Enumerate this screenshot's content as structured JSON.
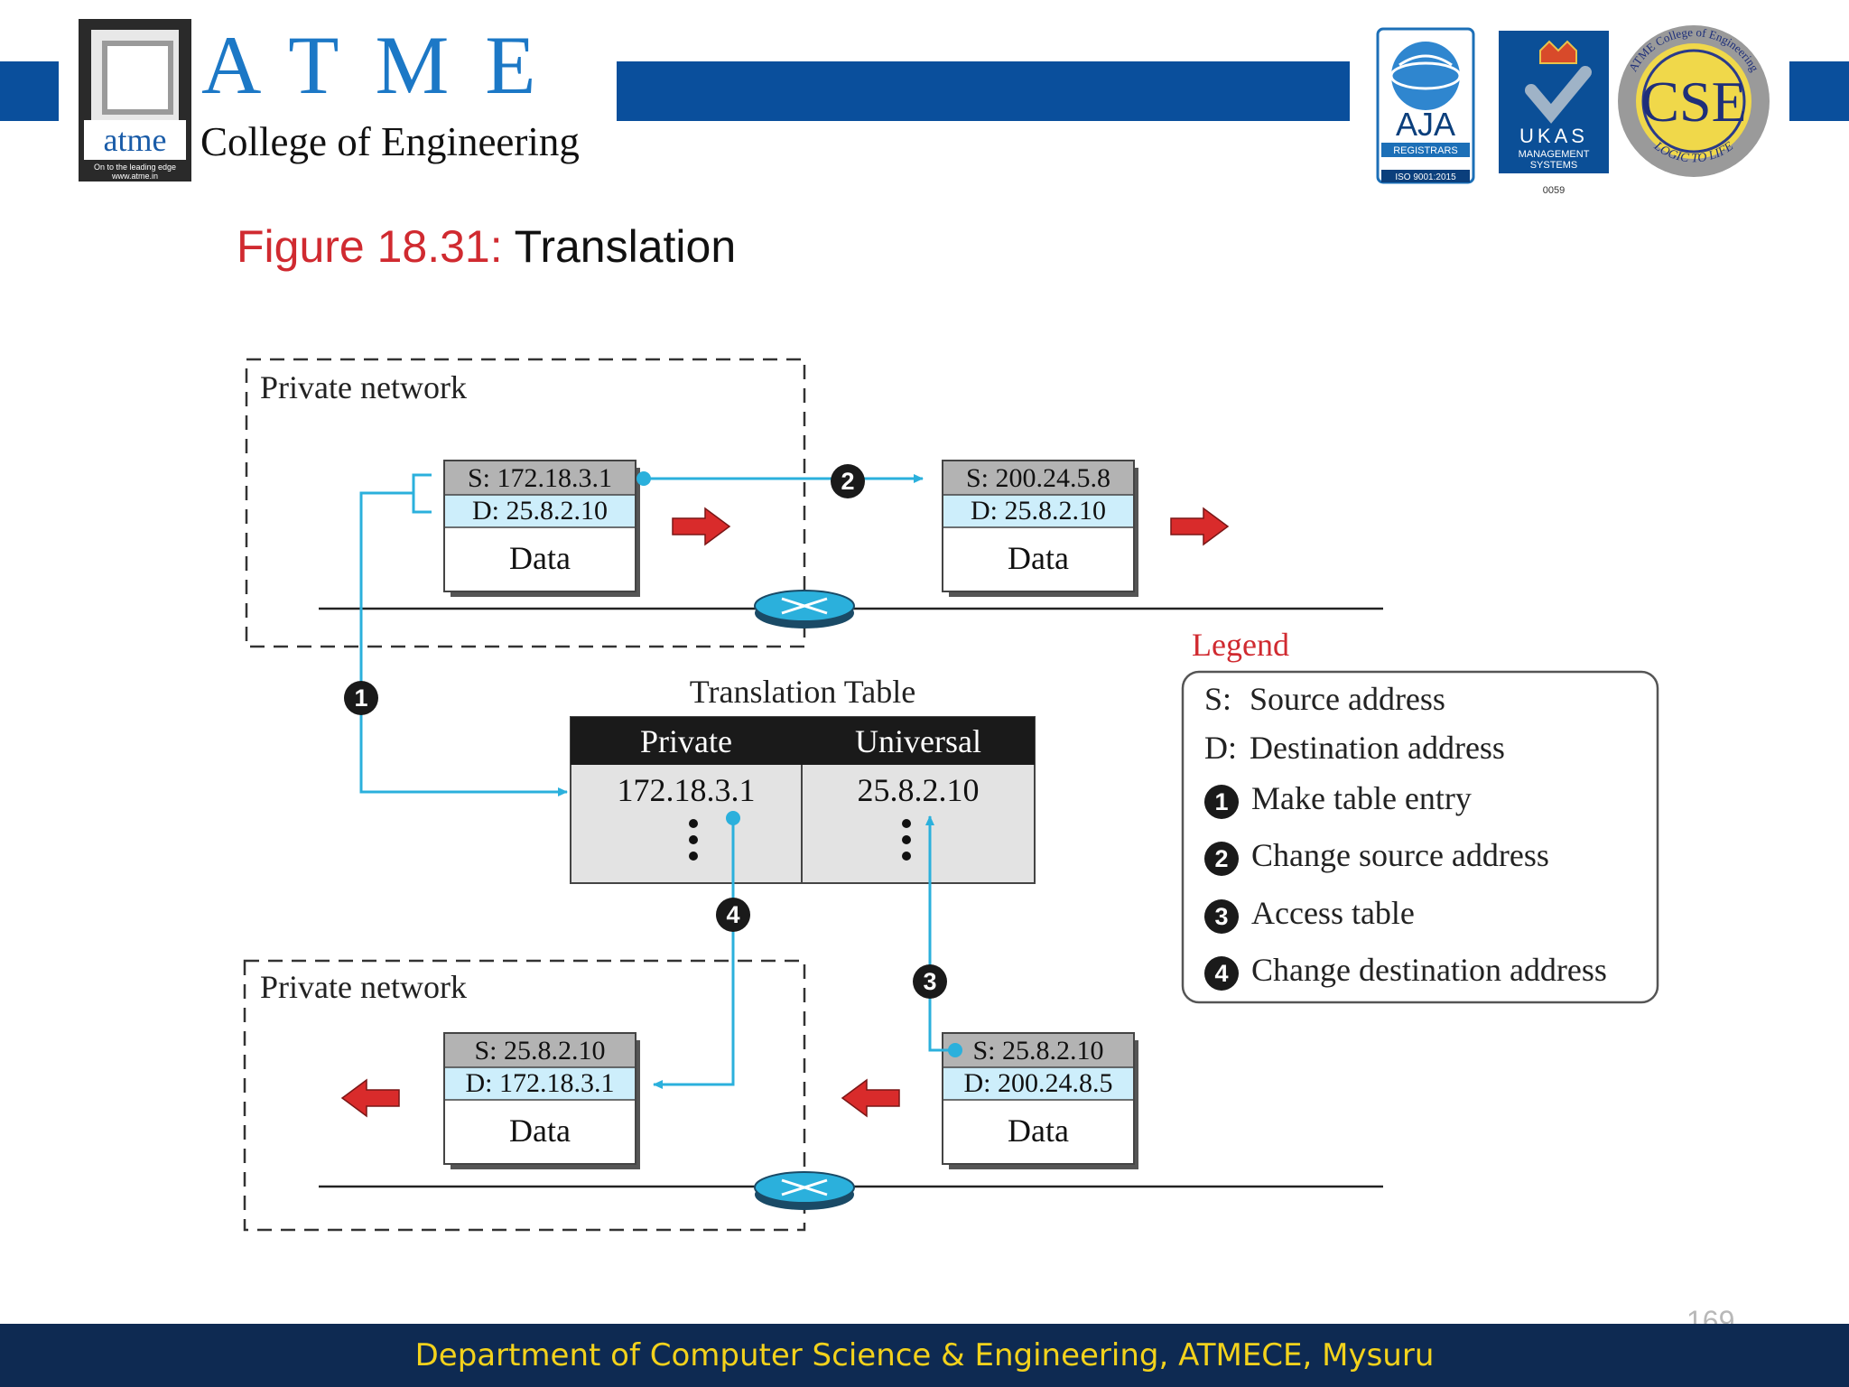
{
  "header": {
    "logo_word": "atme",
    "logo_tagline": "On to the leading edge",
    "logo_url": "www.atme.in",
    "college_name": "ATME",
    "college_subtitle": "College of Engineering",
    "badges": {
      "aja": {
        "title": "AJA",
        "line1": "REGISTRARS",
        "line2": "ISO 9001:2015"
      },
      "ukas": {
        "title": "UKAS",
        "line1": "MANAGEMENT",
        "line2": "SYSTEMS",
        "number": "0059"
      },
      "cse": {
        "title": "CSE",
        "ring_top": "ATME College of Engineering",
        "ring_bottom": "LOGIC TO LIFE"
      }
    }
  },
  "figure": {
    "number": "Figure 18.31:",
    "title": "Translation"
  },
  "diagram": {
    "top_network_label": "Private network",
    "bottom_network_label": "Private network",
    "packets": {
      "top_left": {
        "source": "S: 172.18.3.1",
        "dest": "D: 25.8.2.10",
        "data": "Data"
      },
      "top_right": {
        "source": "S: 200.24.5.8",
        "dest": "D: 25.8.2.10",
        "data": "Data"
      },
      "bottom_left": {
        "source": "S: 25.8.2.10",
        "dest": "D: 172.18.3.1",
        "data": "Data"
      },
      "bottom_right": {
        "source": "S: 25.8.2.10",
        "dest": "D: 200.24.8.5",
        "data": "Data"
      }
    },
    "table": {
      "title": "Translation Table",
      "col_private": "Private",
      "col_universal": "Universal",
      "private_value": "172.18.3.1",
      "universal_value": "25.8.2.10"
    },
    "steps": {
      "s1": "1",
      "s2": "2",
      "s3": "3",
      "s4": "4"
    },
    "colors": {
      "connector": "#2bb0dc",
      "arrow": "#d92b2b",
      "router": "#2bb0dc",
      "header_row": "#1a1a1a"
    }
  },
  "legend": {
    "title": "Legend",
    "items": [
      {
        "key": "S:",
        "text": "Source address"
      },
      {
        "key": "D:",
        "text": "Destination address"
      },
      {
        "key": "1",
        "text": "Make table entry"
      },
      {
        "key": "2",
        "text": "Change source address"
      },
      {
        "key": "3",
        "text": "Access table"
      },
      {
        "key": "4",
        "text": "Change destination address"
      }
    ]
  },
  "footer": {
    "text": "Department of Computer Science & Engineering, ATMECE, Mysuru",
    "page_number": "169"
  }
}
